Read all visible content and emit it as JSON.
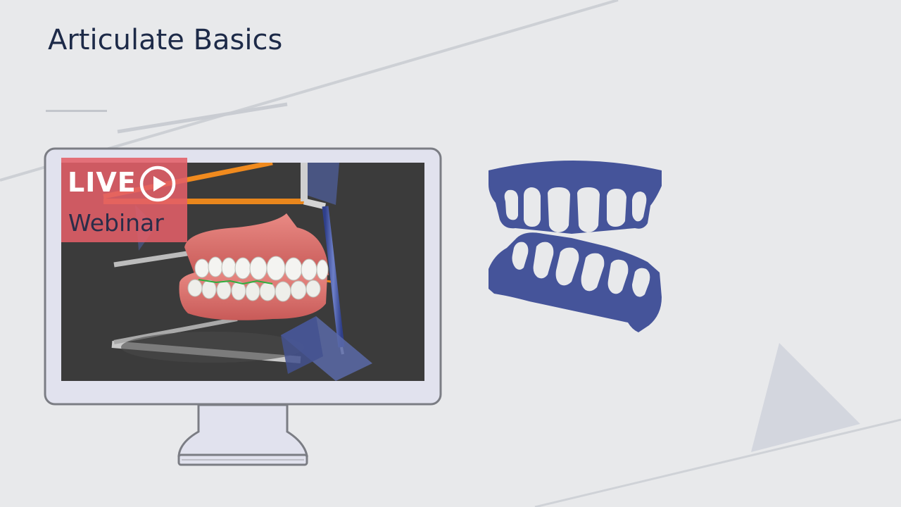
{
  "slide": {
    "title": "Articulate Basics"
  },
  "badge": {
    "live_label": "LIVE",
    "sub_label": "Webinar"
  },
  "icons": {
    "play": "play-circle-icon",
    "teeth": "denture-teeth-icon",
    "monitor": "desktop-monitor-icon"
  },
  "colors": {
    "title": "#1d2a48",
    "badge": "#e25f68",
    "badge_text_dark": "#2b2d49",
    "teeth_icon": "#45549a",
    "background": "#e8e9eb",
    "gums": "#e0726e"
  }
}
